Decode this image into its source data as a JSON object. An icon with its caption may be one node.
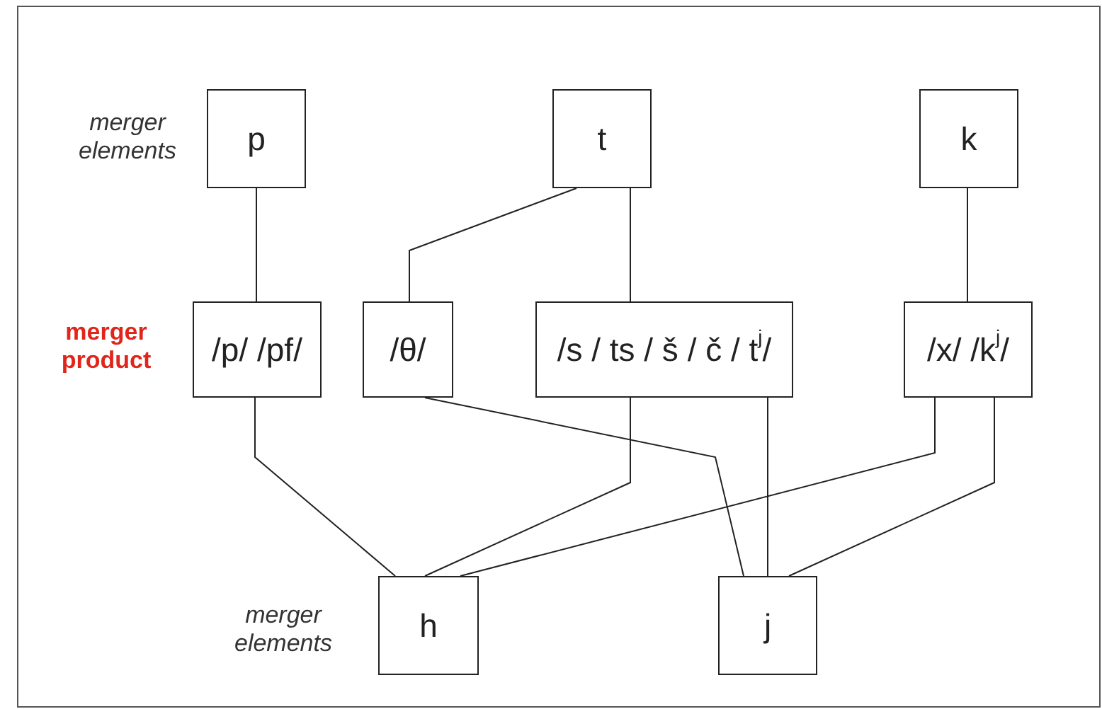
{
  "diagram": {
    "nodes": [
      {
        "text": [
          "p"
        ]
      },
      {
        "text": [
          "t"
        ]
      },
      {
        "text": [
          "k"
        ]
      },
      {
        "text": [
          "/p/ /pf/"
        ]
      },
      {
        "text": [
          "/θ/"
        ]
      },
      {
        "text": [
          "/s / ts / š / č / t$^{j}$/"
        ]
      },
      {
        "text": [
          "/x/ /k$^{j}$/"
        ]
      },
      {
        "text": [
          "h"
        ]
      },
      {
        "text": [
          "j"
        ]
      }
    ],
    "edges": [
      {
        "from": 0,
        "to": 3,
        "arrow": "none"
      },
      {
        "from": 1,
        "to": 4,
        "arrow": "none"
      },
      {
        "from": 1,
        "to": 5,
        "arrow": "none"
      },
      {
        "from": 2,
        "to": 6,
        "arrow": "none"
      },
      {
        "from": 3,
        "to": 7,
        "arrow": "none"
      },
      {
        "from": 4,
        "to": 8,
        "arrow": "none"
      },
      {
        "from": 5,
        "to": 7,
        "arrow": "none"
      },
      {
        "from": 5,
        "to": 8,
        "arrow": "none"
      },
      {
        "from": 6,
        "to": 7,
        "arrow": "none"
      },
      {
        "from": 6,
        "to": 8,
        "arrow": "none"
      }
    ],
    "labels": [
      "merger elements",
      "merger product",
      "merger elements"
    ]
  }
}
